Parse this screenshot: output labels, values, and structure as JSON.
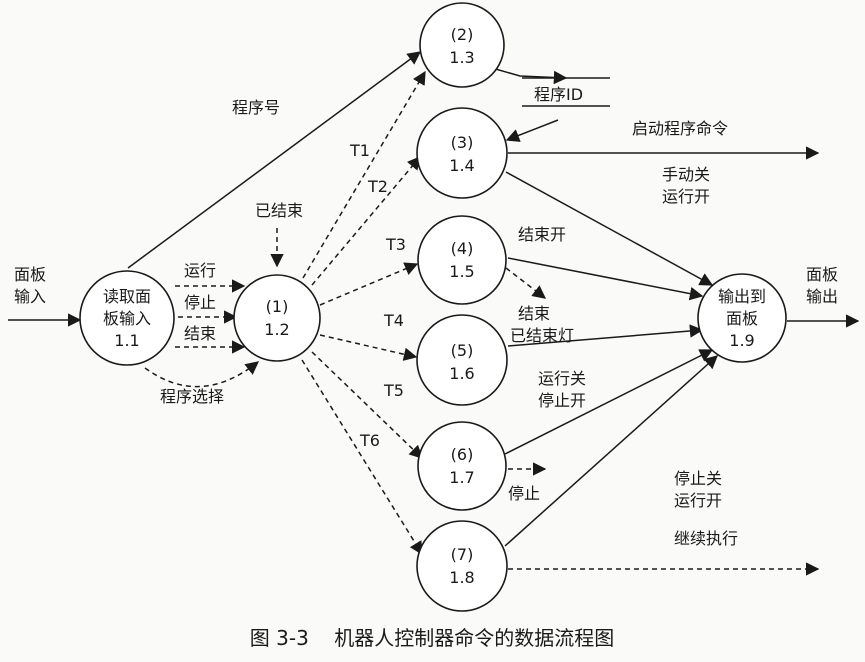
{
  "nodes": {
    "n11": {
      "line1": "读取面",
      "line2": "板输入",
      "line3": "1.1"
    },
    "n12": {
      "line1": "(1)",
      "line2": "1.2"
    },
    "n13": {
      "line1": "(2)",
      "line2": "1.3"
    },
    "n14": {
      "line1": "(3)",
      "line2": "1.4"
    },
    "n15": {
      "line1": "(4)",
      "line2": "1.5"
    },
    "n16": {
      "line1": "(5)",
      "line2": "1.6"
    },
    "n17": {
      "line1": "(6)",
      "line2": "1.7"
    },
    "n18": {
      "line1": "(7)",
      "line2": "1.8"
    },
    "n19": {
      "line1": "输出到",
      "line2": "面板",
      "line3": "1.9"
    }
  },
  "datastore": {
    "label": "程序ID"
  },
  "labels": {
    "panel_input_1": "面板",
    "panel_input_2": "输入",
    "panel_output_1": "面板",
    "panel_output_2": "输出",
    "program_no": "程序号",
    "finished": "已结束",
    "run": "运行",
    "stop": "停止",
    "end": "结束",
    "program_select": "程序选择",
    "t1": "T1",
    "t2": "T2",
    "t3": "T3",
    "t4": "T4",
    "t5": "T5",
    "t6": "T6",
    "start_program_cmd": "启动程序命令",
    "manual_off": "手动关",
    "run_on": "运行开",
    "end_on": "结束开",
    "end_label": "结束",
    "finished_light": "已结束灯",
    "run_off": "运行关",
    "stop_on": "停止开",
    "stop_out": "停止",
    "stop_off": "停止关",
    "run_on_2": "运行开",
    "continue_exec": "继续执行"
  },
  "caption": "图 3-3    机器人控制器命令的数据流程图"
}
